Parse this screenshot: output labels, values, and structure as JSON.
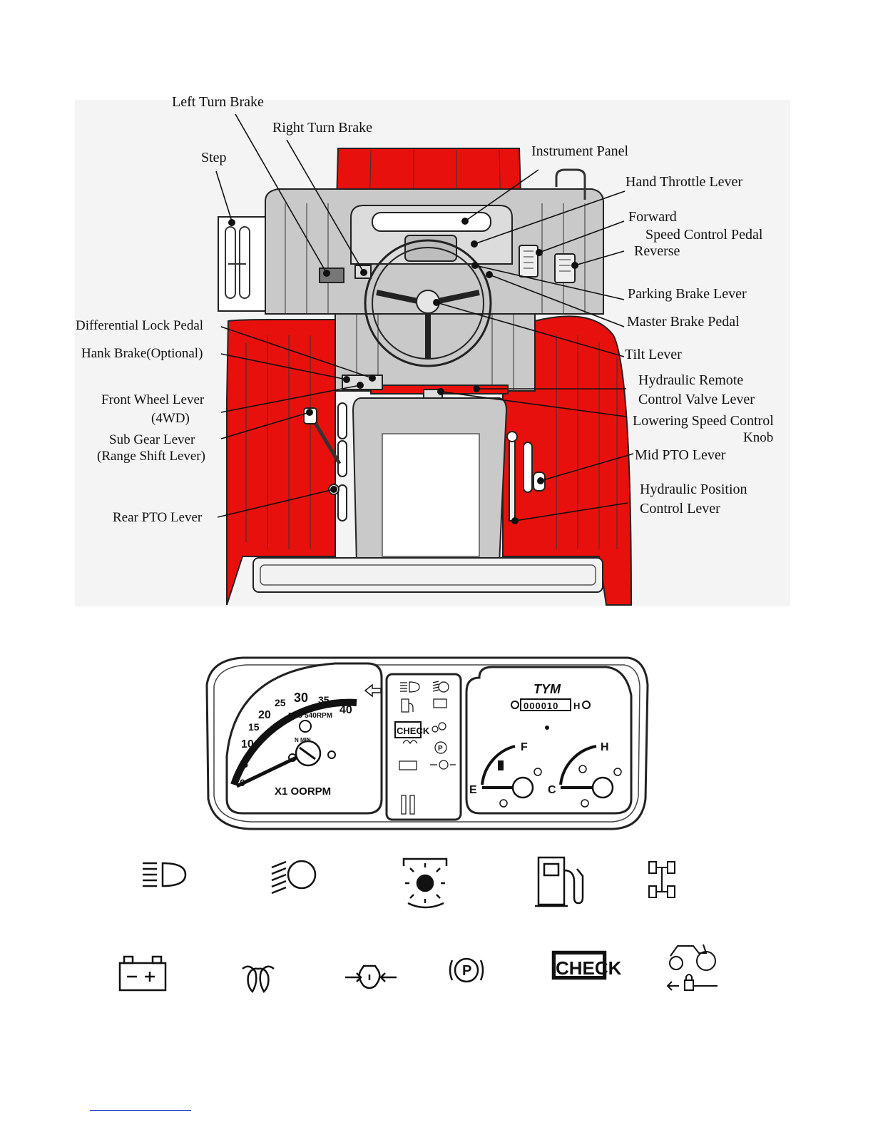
{
  "labels": {
    "left_turn_brake": "Left Turn Brake",
    "right_turn_brake": "Right Turn Brake",
    "step": "Step",
    "instrument_panel": "Instrument Panel",
    "hand_throttle_lever": "Hand Throttle Lever",
    "forward": "Forward",
    "speed_control_pedal": "Speed Control Pedal",
    "reverse": "Reverse",
    "parking_brake_lever": "Parking Brake Lever",
    "master_brake_pedal": "Master Brake Pedal",
    "differential_lock_pedal": "Differential Lock Pedal",
    "hank_brake": "Hank Brake(Optional)",
    "tilt_lever": "Tilt Lever",
    "hydraulic_remote_1": "Hydraulic Remote",
    "hydraulic_remote_2": "Control Valve Lever",
    "front_wheel_lever_1": "Front Wheel Lever",
    "front_wheel_lever_2": "(4WD)",
    "lowering_speed_1": "Lowering Speed Control",
    "lowering_speed_2": "Knob",
    "sub_gear_lever_1": "Sub Gear Lever",
    "sub_gear_lever_2": "(Range Shift Lever)",
    "mid_pto_lever": "Mid PTO Lever",
    "hydraulic_position_1": "Hydraulic Position",
    "hydraulic_position_2": "Control Lever",
    "rear_pto_lever": "Rear PTO Lever"
  },
  "tachometer": {
    "ticks": [
      "0",
      "5",
      "10",
      "15",
      "20",
      "25",
      "30",
      "35",
      "40"
    ],
    "pto_label": "PTO 540RPM",
    "unit_label": "X1 OORPM",
    "idle_label": "N MIN"
  },
  "hour_meter": {
    "brand": "TYM",
    "digits": "000010"
  },
  "fuel_gauge": {
    "empty": "E",
    "full": "F"
  },
  "temp_gauge": {
    "cold": "C",
    "hot": "H"
  },
  "check_text": "CHECK",
  "colors": {
    "fender_red": "#e8100c",
    "body_gray": "#c9c9c9",
    "footer_rule": "#1a3fbf"
  },
  "icons": [
    "low-beam-icon",
    "high-beam-icon",
    "engine-oil-pressure-icon",
    "fuel-level-icon",
    "four-wheel-drive-icon",
    "battery-charge-icon",
    "glow-plug-icon",
    "air-filter-icon",
    "parking-brake-icon",
    "check-icon",
    "pto-interlock-icon"
  ]
}
